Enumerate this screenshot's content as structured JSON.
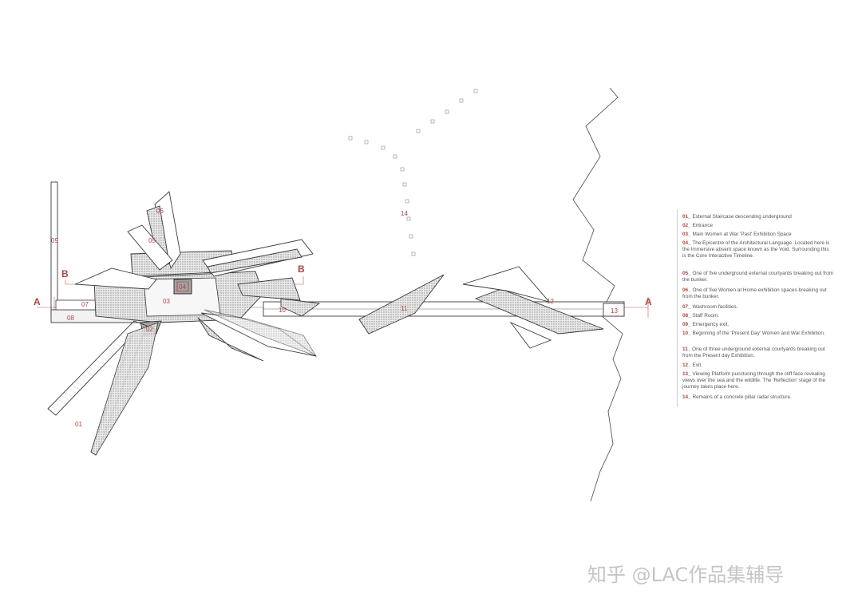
{
  "labels": {
    "n01": "01",
    "n02": "02",
    "n03": "03",
    "n04": "04",
    "n05": "05",
    "n06": "06",
    "n07": "07",
    "n08": "08",
    "n09": "09",
    "n10": "10",
    "n11": "11",
    "n12": "12",
    "n13": "13",
    "n14": "14",
    "section_a": "A",
    "section_b": "B"
  },
  "legend": [
    {
      "num": "01_",
      "text": "External Staircase descending underground"
    },
    {
      "num": "02_",
      "text": "Entrance"
    },
    {
      "num": "03_",
      "text": "Main Women at War 'Past' Exhibition Space"
    },
    {
      "num": "04_",
      "text": "The Epicentre of the Architectural Language. Located here is the Immersive absent space known as the Void. Surrounding this is the Core Interactive Timeline."
    },
    {
      "num": "05_",
      "text": "One of five underground external courtyards breaking out from the bunker."
    },
    {
      "num": "06_",
      "text": "One of five Women at Home exhibition spaces breaking out from the bunker."
    },
    {
      "num": "07_",
      "text": "Washroom facilities."
    },
    {
      "num": "08_",
      "text": "Staff Room."
    },
    {
      "num": "09_",
      "text": "Emergency exit."
    },
    {
      "num": "10_",
      "text": "Beginning of the 'Present Day' Women and War Exhibition."
    },
    {
      "num": "11_",
      "text": "One of three underground external courtyards breaking out from the Present day Exhibition."
    },
    {
      "num": "12_",
      "text": "Exit."
    },
    {
      "num": "13_",
      "text": "Viewing Platform puncturing through the cliff face revealing views over the sea and the wildlife. The 'Reflection' stage of the journey takes place here."
    },
    {
      "num": "14_",
      "text": "Remains of a concrete pillar radar structure."
    }
  ],
  "watermark": "知乎 @LAC作品集辅导",
  "colors": {
    "accent": "#b5443d",
    "line": "#3a3a3a",
    "hatch": "#8f8f8f"
  }
}
